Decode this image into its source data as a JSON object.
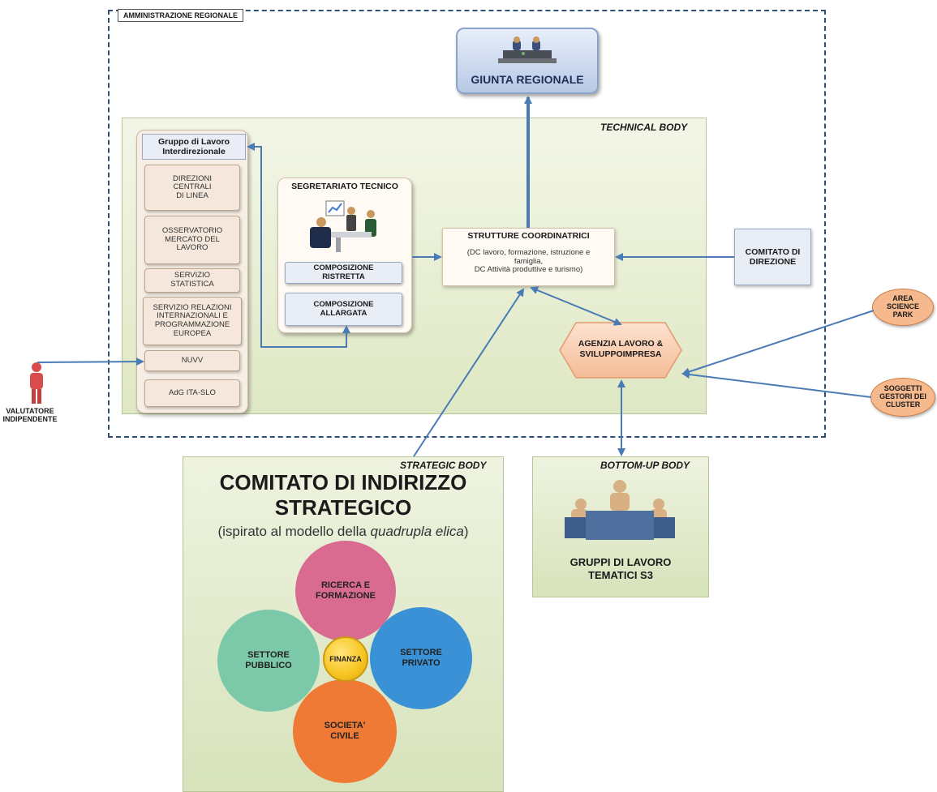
{
  "admin_region": {
    "label": "AMMINISTRAZIONE REGIONALE"
  },
  "giunta": {
    "title": "GIUNTA REGIONALE"
  },
  "technical_body": {
    "label": "TECHNICAL BODY",
    "gruppo": {
      "title": "Gruppo di Lavoro Interdirezionale",
      "items": [
        "DIREZIONI\nCENTRALI\nDI LINEA",
        "OSSERVATORIO\nMERCATO DEL\nLAVORO",
        "SERVIZIO\nSTATISTICA",
        "SERVIZIO RELAZIONI\nINTERNAZIONALI E\nPROGRAMMAZIONE\nEUROPEA",
        "NUVV",
        "AdG ITA-SLO"
      ]
    },
    "segretariato": {
      "title": "SEGRETARIATO TECNICO",
      "ristretta": "COMPOSIZIONE\nRISTRETTA",
      "allargata": "COMPOSIZIONE\nALLARGATA"
    },
    "strutture": {
      "title": "STRUTTURE COORDINATRICI",
      "description": "(DC lavoro, formazione, istruzione e\nfamiglia,\nDC Attività produttive e turismo)"
    },
    "comitato_direzione": "COMITATO DI\nDIREZIONE",
    "agenzia": "AGENZIA LAVORO &\nSVILUPPOIMPRESA"
  },
  "external": {
    "area_science_park": "AREA\nSCIENCE\nPARK",
    "soggetti_gestori": "SOGGETTI\nGESTORI DEI\nCLUSTER",
    "valutatore": "VALUTATORE\nINDIPENDENTE"
  },
  "strategic_body": {
    "label": "STRATEGIC BODY",
    "title": "COMITATO DI INDIRIZZO\nSTRATEGICO",
    "subtitle_pre": "(ispirato al modello della ",
    "subtitle_italic": "quadrupla elica",
    "subtitle_post": ")",
    "helix": {
      "top": "RICERCA E\nFORMAZIONE",
      "left": "SETTORE\nPUBBLICO",
      "right": "SETTORE\nPRIVATO",
      "bottom": "SOCIETA'\nCIVILE",
      "center": "FINANZA"
    },
    "colors": {
      "top": "#d96b91",
      "left": "#7cc9aa",
      "right": "#3a91d6",
      "bottom": "#ef7a35",
      "center": "#f7c520"
    }
  },
  "bottomup_body": {
    "label": "BOTTOM-UP BODY",
    "title": "GRUPPI DI LAVORO\nTEMATICI S3"
  }
}
